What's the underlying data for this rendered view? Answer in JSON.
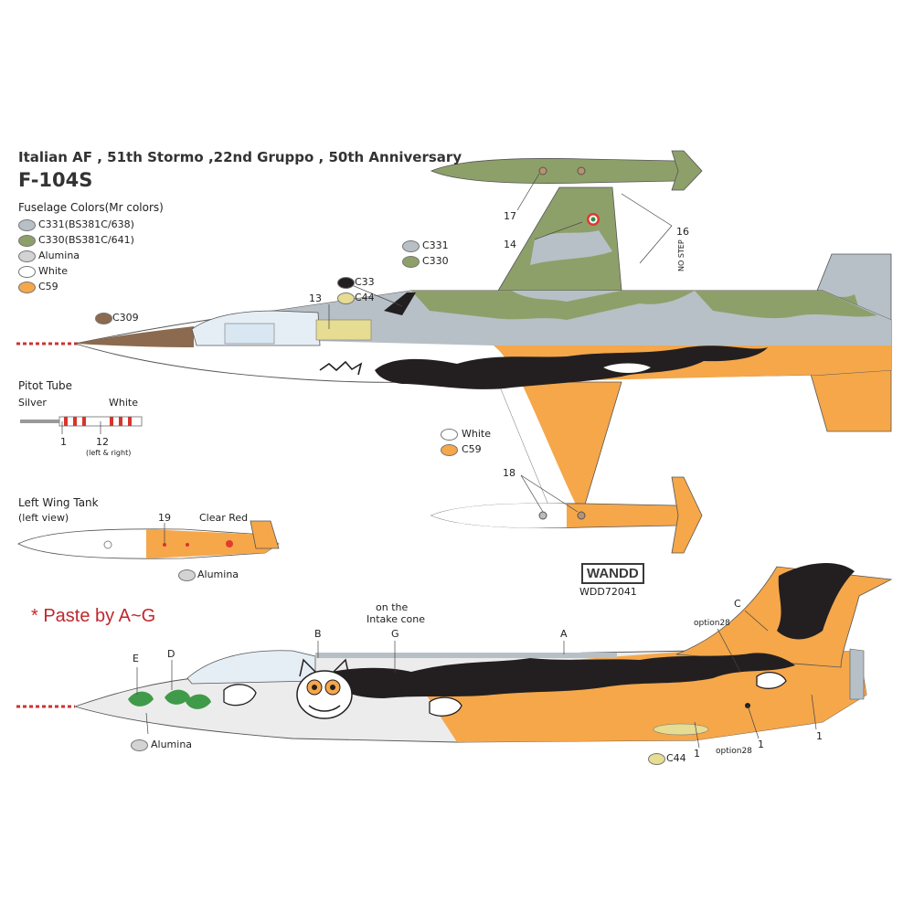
{
  "header": {
    "title": "Italian AF , 51th Stormo ,22nd Gruppo , 50th Anniversary",
    "model": "F-104S"
  },
  "legend": {
    "heading": "Fuselage Colors(Mr colors)",
    "items": [
      {
        "label": "C331(BS381C/638)",
        "color": "#b7c0c6"
      },
      {
        "label": "C330(BS381C/641)",
        "color": "#8ea06a"
      },
      {
        "label": "Alumina",
        "color": "#d3d3d3"
      },
      {
        "label": "White",
        "color": "#ffffff"
      },
      {
        "label": "C59",
        "color": "#f5a74a"
      }
    ]
  },
  "top_view_callouts": {
    "c309": "C309",
    "c33": "C33",
    "c44": "C44",
    "c331": "C331",
    "c330": "C330",
    "n13": "13",
    "n14": "14",
    "n16": "16",
    "n17": "17",
    "n18": "18",
    "white": "White",
    "c59": "C59",
    "no_step": "NO STEP"
  },
  "colors": {
    "grey_c331": "#b7c0c6",
    "green_c330": "#8ea06a",
    "orange_c59": "#f5a74a",
    "brown_c309": "#8b6a4f",
    "black_c33": "#231f20",
    "yellow_c44": "#e6dc92",
    "alumina": "#d3d3d3",
    "clear_red": "#e23b2e",
    "roundel_red": "#e03a2f",
    "roundel_green": "#2f8f46",
    "dragon_green": "#3f9a4a"
  },
  "pitot": {
    "heading": "Pitot Tube",
    "silver": "Silver",
    "white": "White",
    "n1": "1",
    "n12": "12",
    "note": "(left & right)"
  },
  "wing_tank": {
    "heading": "Left Wing Tank",
    "sub": "(left view)",
    "n19": "19",
    "clear_red": "Clear Red",
    "alumina": "Alumina"
  },
  "logo": {
    "brand": "WANDD",
    "code": "WDD72041"
  },
  "paste_note": "* Paste by A~G",
  "side_view_callouts": {
    "a": "A",
    "b": "B",
    "c": "C",
    "d": "D",
    "e": "E",
    "g": "G",
    "intake_note_1": "on the",
    "intake_note_2": "Intake cone",
    "option28_top": "option28",
    "option28_bottom": "option28",
    "n1_a": "1",
    "n1_b": "1",
    "n1_c": "1",
    "c44": "C44",
    "alumina": "Alumina"
  }
}
